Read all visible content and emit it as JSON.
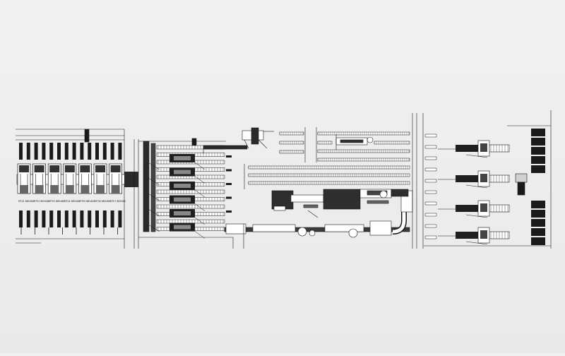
{
  "drawing": {
    "colors": {
      "background": "#efefef",
      "ink": "#1a1a1a",
      "mid": "#555555",
      "light": "#9a9a9a"
    },
    "storage_labels": [
      "MT01 8B5466",
      "MT02 8B5466",
      "MT03 8B5466",
      "MT04 8B5466",
      "MT05 8B5466",
      "MT06 8B5466",
      "MT07 8B5466"
    ]
  }
}
